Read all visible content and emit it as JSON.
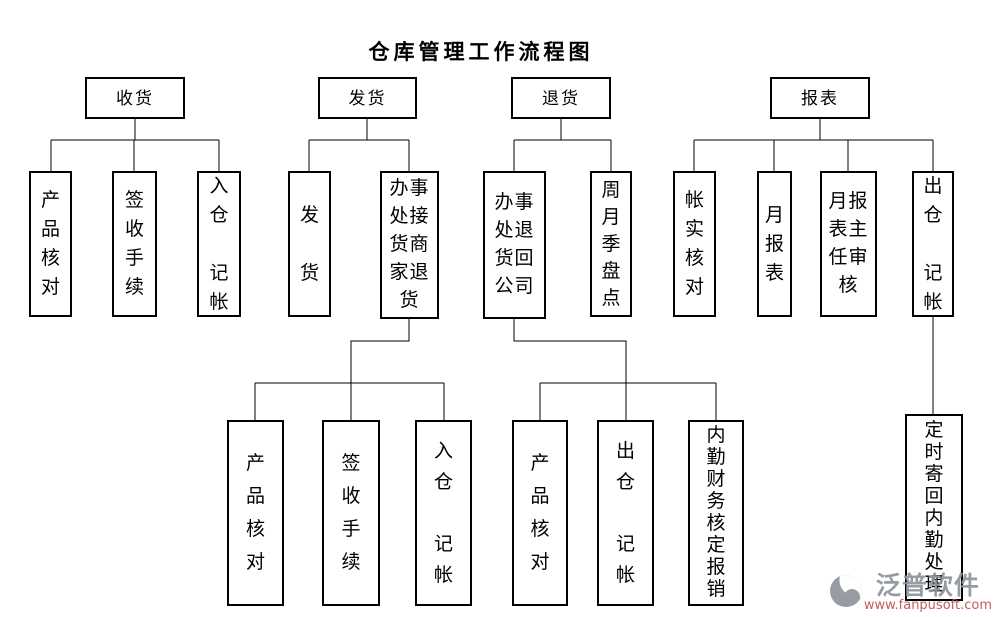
{
  "title": "仓库管理工作流程图",
  "nodes": {
    "receiving": "收货",
    "shipping": "发货",
    "returns": "退货",
    "reports": "报表",
    "product_check_v": "产\n品\n核\n对",
    "sign_procedure_v": "签\n收\n手\n续",
    "inbound_ledger_v": "入\n仓\n\n记\n帐",
    "ship_goods_v": "发\n\n货",
    "office_receive_merchant_returns": "办事\n处接\n货商\n家退\n货",
    "office_return_to_company": "办事\n处退\n货回\n公司",
    "period_inventory_count": "周\n月\n季\n盘\n点",
    "account_reality_check": "帐\n实\n核\n对",
    "monthly_report": "月\n报\n表",
    "report_director_review": "月报\n表主\n任审\n核",
    "outbound_ledger_v": "出\n仓\n\n记\n帐",
    "office_finance_reimburse": "内\n勤\n财\n务\n核\n定\n报\n销",
    "mail_back_office": "定\n时\n寄\n回\n内\n勤\n处\n理"
  },
  "watermark": {
    "brand": "泛普软件",
    "url": "www.fanpusoft.com",
    "brand_color": "#8f949c",
    "url_color": "#c0504d"
  }
}
